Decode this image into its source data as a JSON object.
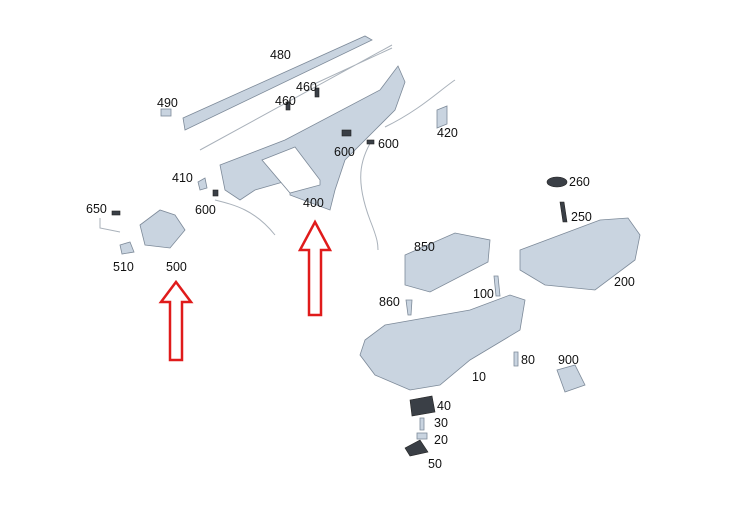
{
  "diagram": {
    "part_labels": [
      "480",
      "460",
      "460",
      "490",
      "420",
      "600",
      "600",
      "410",
      "600",
      "400",
      "650",
      "510",
      "500",
      "260",
      "250",
      "850",
      "200",
      "860",
      "100",
      "10",
      "80",
      "900",
      "40",
      "30",
      "20",
      "50"
    ],
    "arrow_color": "#e01b1b",
    "part_color": "#c9d4e0"
  }
}
